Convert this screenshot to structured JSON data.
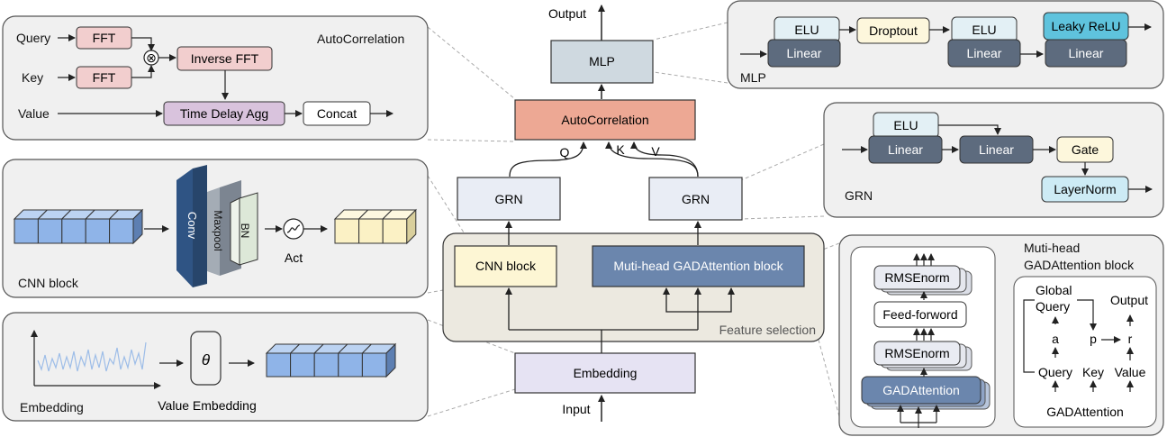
{
  "main": {
    "output": "Output",
    "input": "Input",
    "mlp": "MLP",
    "autocorrelation": "AutoCorrelation",
    "q": "Q",
    "k": "K",
    "v": "V",
    "grn_left": "GRN",
    "grn_right": "GRN",
    "cnn_block": "CNN block",
    "gad_block": "Muti-head GADAttention block",
    "feature_selection": "Feature selection",
    "embedding": "Embedding"
  },
  "autocorr_panel": {
    "title": "AutoCorrelation",
    "query": "Query",
    "key": "Key",
    "value": "Value",
    "fft1": "FFT",
    "fft2": "FFT",
    "multiply": "⊗",
    "inverse_fft": "Inverse FFT",
    "time_delay_agg": "Time Delay Agg",
    "concat": "Concat"
  },
  "cnn_panel": {
    "title": "CNN block",
    "conv": "Conv",
    "maxpool": "Maxpool",
    "bn": "BN",
    "act": "Act"
  },
  "embedding_panel": {
    "title": "Embedding",
    "theta": "θ",
    "value_embedding": "Value Embedding"
  },
  "mlp_panel": {
    "title": "MLP",
    "elu1": "ELU",
    "linear1": "Linear",
    "dropout": "Droptout",
    "elu2": "ELU",
    "linear2": "Linear",
    "leaky_relu": "Leaky ReLU",
    "linear3": "Linear"
  },
  "grn_panel": {
    "title": "GRN",
    "elu": "ELU",
    "linear1": "Linear",
    "linear2": "Linear",
    "gate": "Gate",
    "layernorm": "LayerNorm"
  },
  "gad_panel": {
    "title_line1": "Muti-head",
    "title_line2": "GADAttention block",
    "rmsenorm1": "RMSEnorm",
    "feed_forward": "Feed-forword",
    "rmsenorm2": "RMSEnorm",
    "gadattention": "GADAttention",
    "inner_title": "GADAttention",
    "global": "Global",
    "global_query": "Query",
    "a": "a",
    "query": "Query",
    "p": "p",
    "r": "r",
    "key": "Key",
    "output": "Output",
    "value": "Value"
  },
  "colors": {
    "mlp_fill": "#cfd9e0",
    "autocorr_fill": "#eda894",
    "grn_fill": "#e9edf5",
    "cnn_fill": "#fdf6d4",
    "gad_fill": "#6b86ad",
    "embedding_fill": "#e6e3f3",
    "fft_fill": "#f2cece",
    "inverse_fft_fill": "#f2cece",
    "tda_fill": "#d9c3dd",
    "elu_fill": "#e3f0f5",
    "linear_fill": "#5d6b7e",
    "dropout_fill": "#fdf7dc",
    "leaky_fill": "#5fc3dd",
    "layernorm_fill": "#cdebf5",
    "panel_fill": "#f0f0f0",
    "feature_fill": "#ece9e0",
    "seq_blue": "#8fb4e8",
    "seq_yellow": "#fbf1c5"
  }
}
